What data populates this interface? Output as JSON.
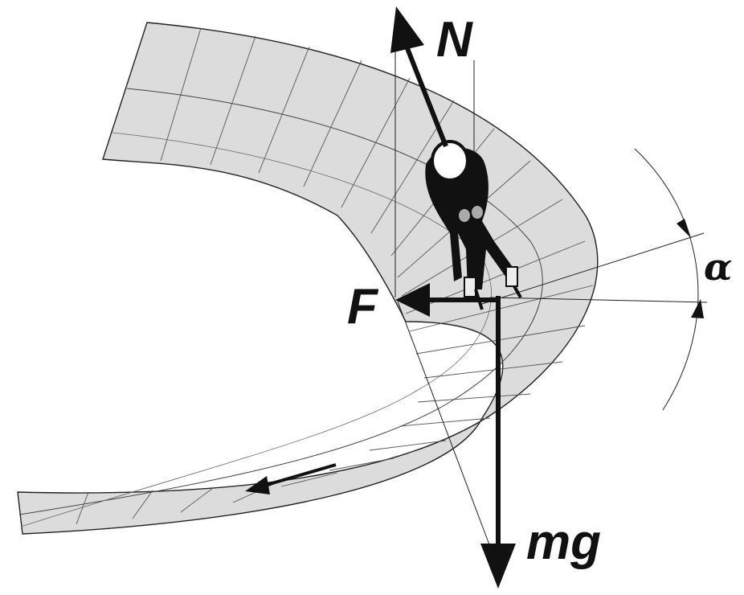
{
  "labels": {
    "normal_force": "N",
    "friction_force": "F",
    "gravity": "mg",
    "angle": "α"
  },
  "colors": {
    "track_fill": "#dcdcdc",
    "ink": "#111111",
    "background": "#ffffff"
  }
}
